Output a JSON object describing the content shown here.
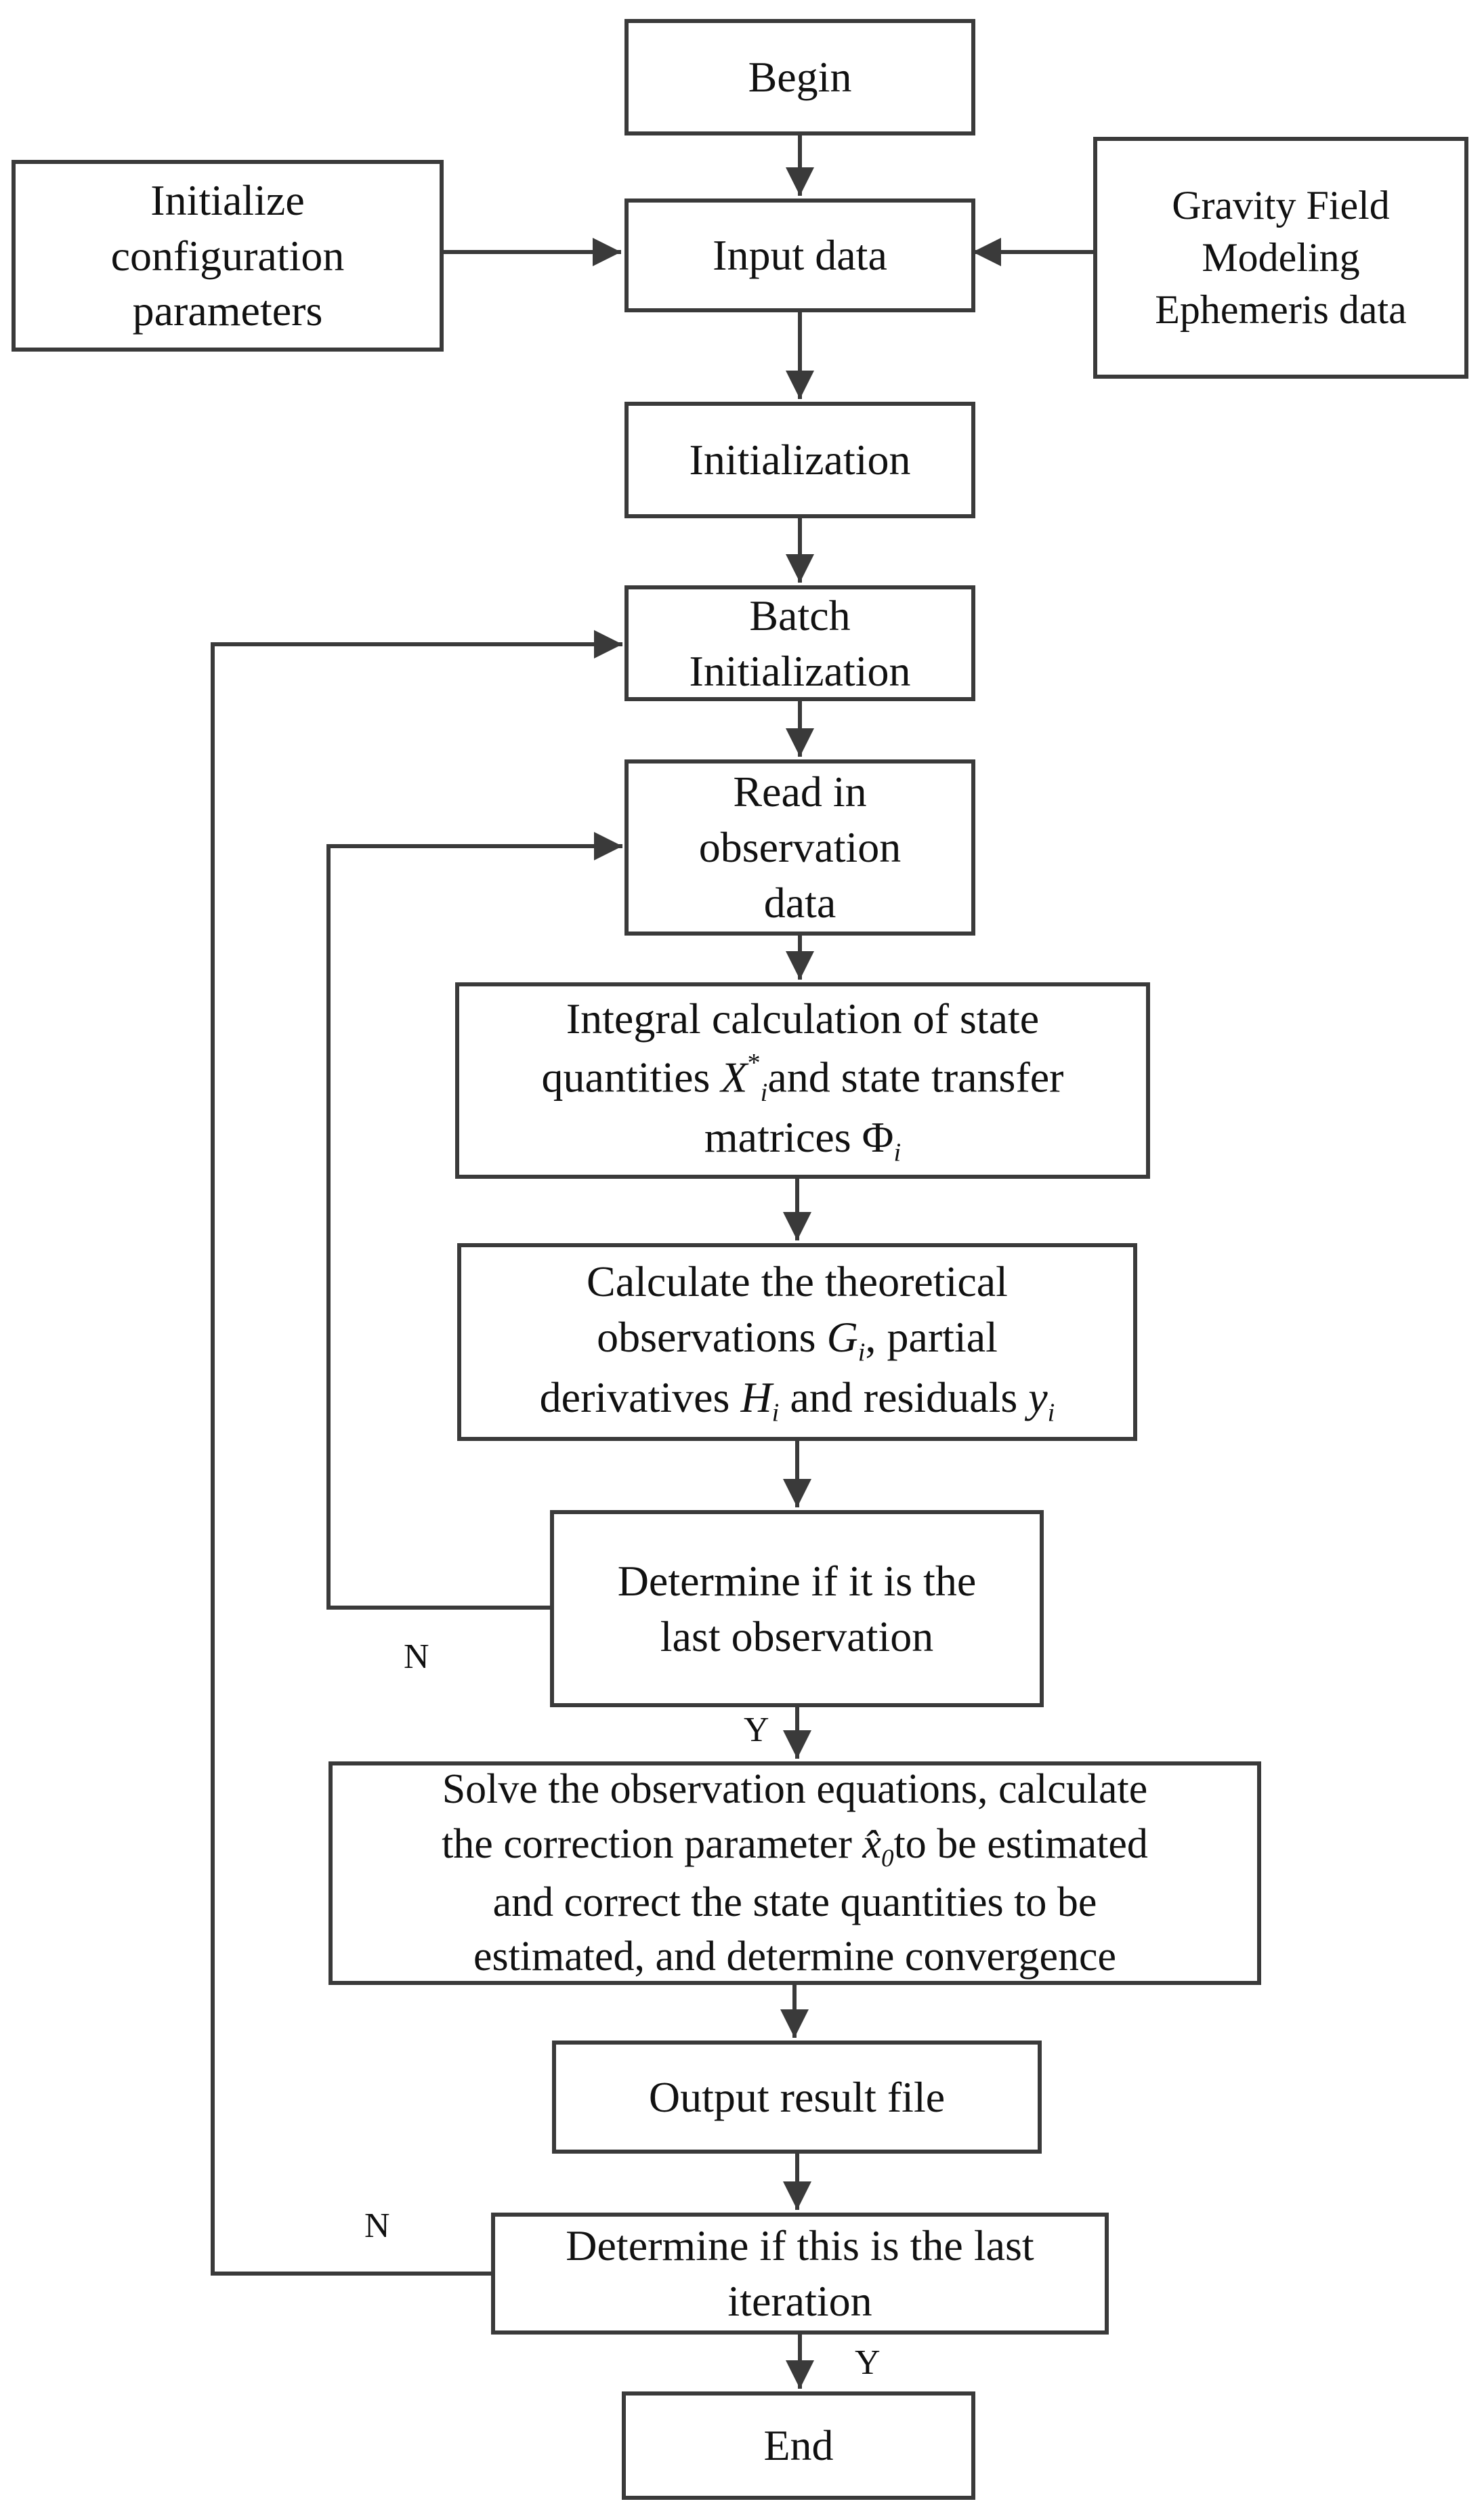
{
  "nodes": {
    "begin": "Begin",
    "init_config": [
      "Initialize",
      "configuration",
      "parameters"
    ],
    "input": "Input data",
    "gravity": [
      "Gravity Field",
      "Modeling",
      "Ephemeris data"
    ],
    "initialization": "Initialization",
    "batch_init": [
      "Batch",
      "Initialization"
    ],
    "read_obs": [
      "Read in",
      "observation",
      "data"
    ],
    "integral": {
      "line1": "Integral calculation of state",
      "line2_pre": "quantities ",
      "line2_sym": "X",
      "line2_sup": "*",
      "line2_sub": "i",
      "line2_post": "and state transfer",
      "line3_pre": "matrices ",
      "line3_sym": "Φ",
      "line3_sub": "i"
    },
    "calc_theory": {
      "line1": "Calculate the theoretical",
      "line2_pre": "observations ",
      "line2_sym": "G",
      "line2_sub": "i",
      "line2_post": ",  partial",
      "line3_pre": "derivatives ",
      "line3_sym": "H",
      "line3_sub": "i",
      "line3_mid": " and residuals ",
      "line3_sym2": "y",
      "line3_sub2": "i"
    },
    "det_last_obs": [
      "Determine if it is the",
      "last observation"
    ],
    "solve": {
      "line1": "Solve the observation equations, calculate",
      "line2_pre": "the correction parameter ",
      "line2_sym": "x̂",
      "line2_sub": "0",
      "line2_post": "to be estimated",
      "line3": "and correct the state quantities to be",
      "line4": "estimated, and determine convergence"
    },
    "output": "Output result file",
    "det_last_iter": [
      "Determine if this is the last",
      "iteration"
    ],
    "end": "End"
  },
  "edge_labels": {
    "obs_no": "N",
    "obs_yes": "Y",
    "iter_no": "N",
    "iter_yes": "Y"
  }
}
